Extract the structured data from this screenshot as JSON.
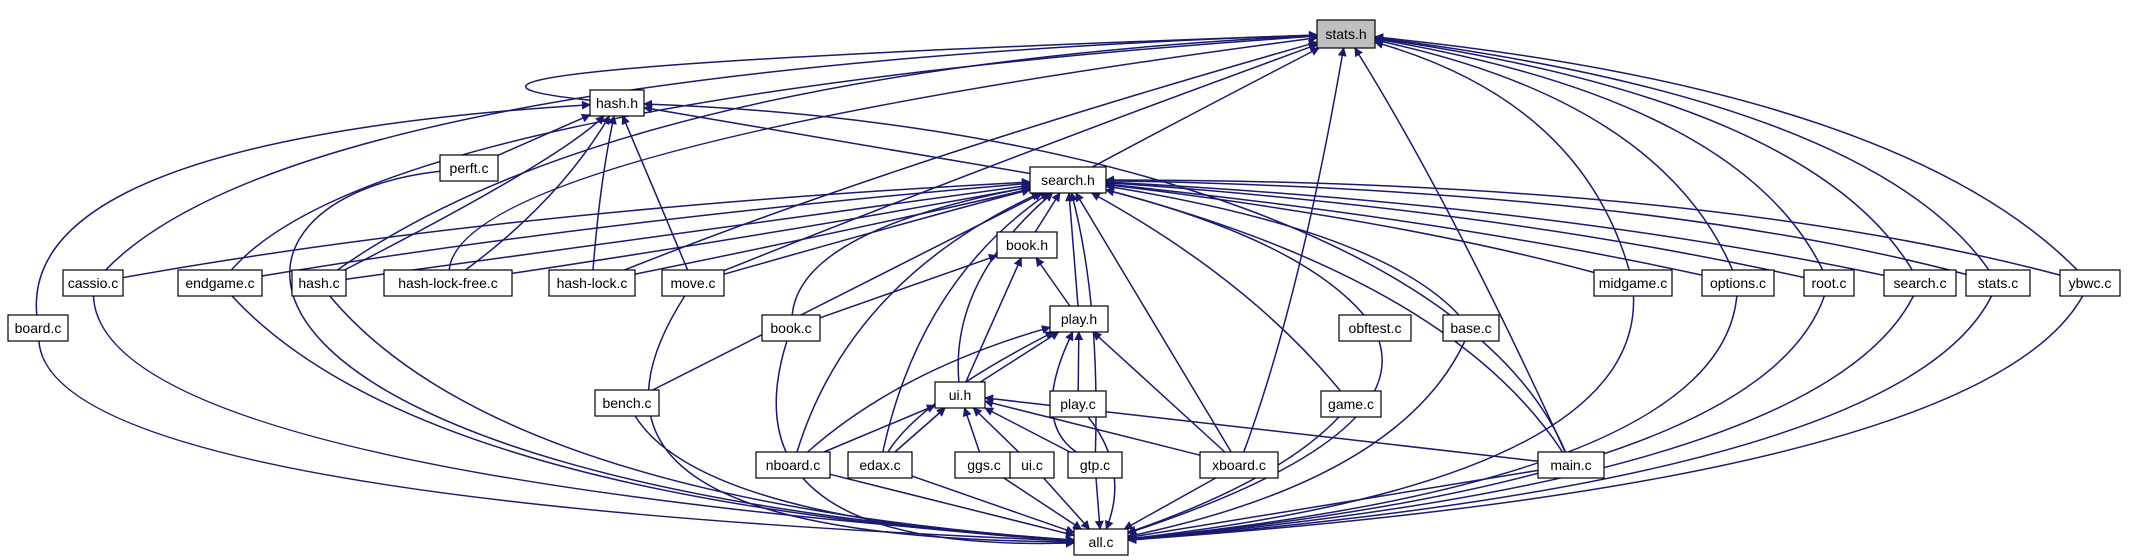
{
  "graph": {
    "nodes": {
      "stats_h": "stats.h",
      "hash_h": "hash.h",
      "perft_c": "perft.c",
      "search_h": "search.h",
      "cassio_c": "cassio.c",
      "endgame_c": "endgame.c",
      "hash_c": "hash.c",
      "hash_lock_free_c": "hash-lock-free.c",
      "hash_lock_c": "hash-lock.c",
      "move_c": "move.c",
      "book_h": "book.h",
      "midgame_c": "midgame.c",
      "options_c": "options.c",
      "root_c": "root.c",
      "search_c": "search.c",
      "stats_c": "stats.c",
      "ybwc_c": "ybwc.c",
      "board_c": "board.c",
      "book_c": "book.c",
      "play_h": "play.h",
      "obftest_c": "obftest.c",
      "base_c": "base.c",
      "bench_c": "bench.c",
      "ui_h": "ui.h",
      "play_c": "play.c",
      "game_c": "game.c",
      "nboard_c": "nboard.c",
      "edax_c": "edax.c",
      "ggs_c": "ggs.c",
      "ui_c": "ui.c",
      "gtp_c": "gtp.c",
      "xboard_c": "xboard.c",
      "main_c": "main.c",
      "all_c": "all.c"
    },
    "colors": {
      "edge": "#191970",
      "node_fill": "#ffffff",
      "focus_fill": "#bfbfbf",
      "node_stroke": "#000000"
    }
  }
}
